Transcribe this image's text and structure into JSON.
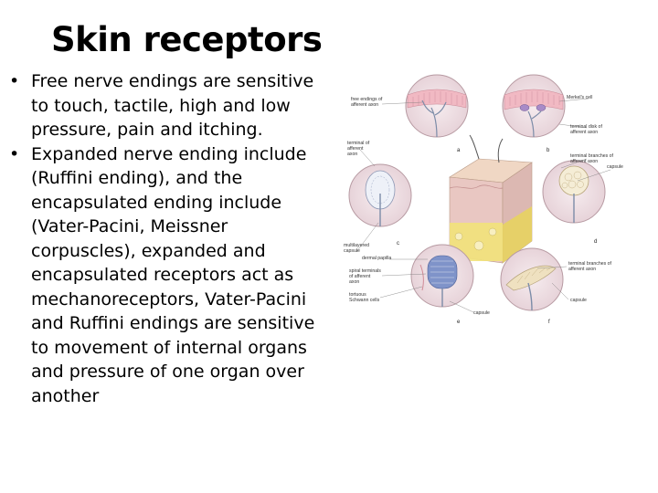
{
  "slide": {
    "title": "Skin receptors",
    "bullets": [
      "Free nerve endings are sensitive to touch, tactile, high and low pressure, pain and itching.",
      "Expanded nerve ending include (Ruffini ending), and the encapsulated ending include (Vater-Pacini, Meissner corpuscles), expanded and encapsulated receptors act as mechanoreceptors, Vater-Pacini and Ruffini endings are sensitive to movement of internal organs and pressure of one organ over another"
    ],
    "bullet_glyph": "•"
  },
  "figure": {
    "labels": {
      "free_endings": [
        "free endings of",
        "afferent axon"
      ],
      "merkels_cell": "Merkel's cell",
      "terminal_disk": [
        "terminal disk of",
        "afferent axon"
      ],
      "terminal_of_axon": [
        "terminal of",
        "afferent",
        "axon"
      ],
      "terminal_branches_top": [
        "terminal branches of",
        "afferent axon"
      ],
      "capsule_top": "capsule",
      "multilayered_capsule": [
        "multilayered",
        "capsule"
      ],
      "dermal_papilla": "dermal papilla",
      "spiral_terminals": [
        "spiral terminals",
        "of afferent",
        "axon"
      ],
      "tortuous_schwann": [
        "tortuous",
        "Schwann cells"
      ],
      "capsule_bottom": "capsule",
      "terminal_branches_bottom": [
        "terminal branches of",
        "afferent axon"
      ],
      "capsule_right": "capsule"
    },
    "panel_letters": [
      "a",
      "b",
      "c",
      "d",
      "e",
      "f"
    ]
  }
}
